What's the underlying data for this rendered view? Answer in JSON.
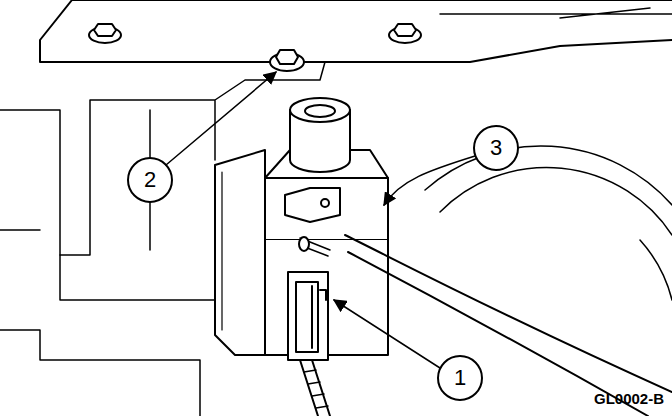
{
  "diagram": {
    "labels": [
      "3",
      "2",
      "1",
      "GL0002-B"
    ]
  }
}
